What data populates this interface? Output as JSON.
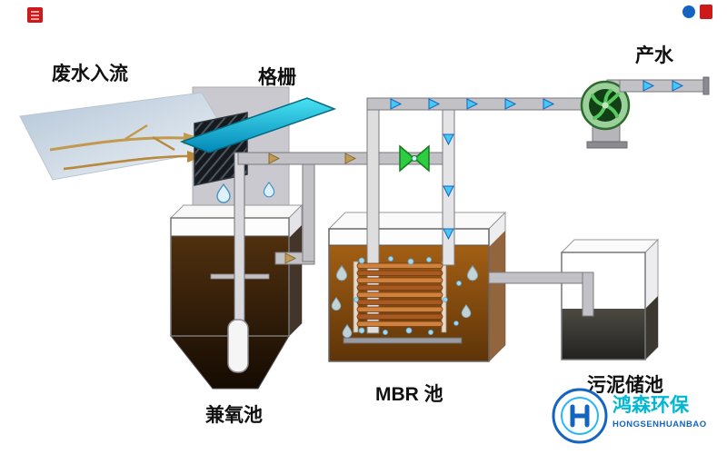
{
  "labels": {
    "inflow": "废水入流",
    "screen": "格栅",
    "product_water": "产水",
    "anoxic_tank": "兼氧池",
    "mbr_tank": "MBR 池",
    "sludge_tank": "污泥储池"
  },
  "logo": {
    "name_cn": "鸿森环保",
    "name_en": "HONGSENHUANBAO"
  },
  "icons": {
    "pump": "pump-fan-icon",
    "valve": "valve-icon",
    "screen_mesh": "bar-screen-icon",
    "droplet": "water-droplet-icon",
    "arrow": "flow-arrow-icon"
  },
  "colors": {
    "screen_panel": "#18c4de",
    "valve_green": "#2ecc40",
    "arrow_blue": "#45c8f5",
    "arrow_tan": "#c09a58",
    "anoxic_liquid": "#2a1706",
    "mbr_liquid": "#8a4e10",
    "membrane": "#c8732a",
    "sludge_dark": "#3a3830",
    "logo_blue": "#1565c0",
    "logo_cyan": "#00b8d4",
    "stamp_red": "#cc1a1a"
  }
}
